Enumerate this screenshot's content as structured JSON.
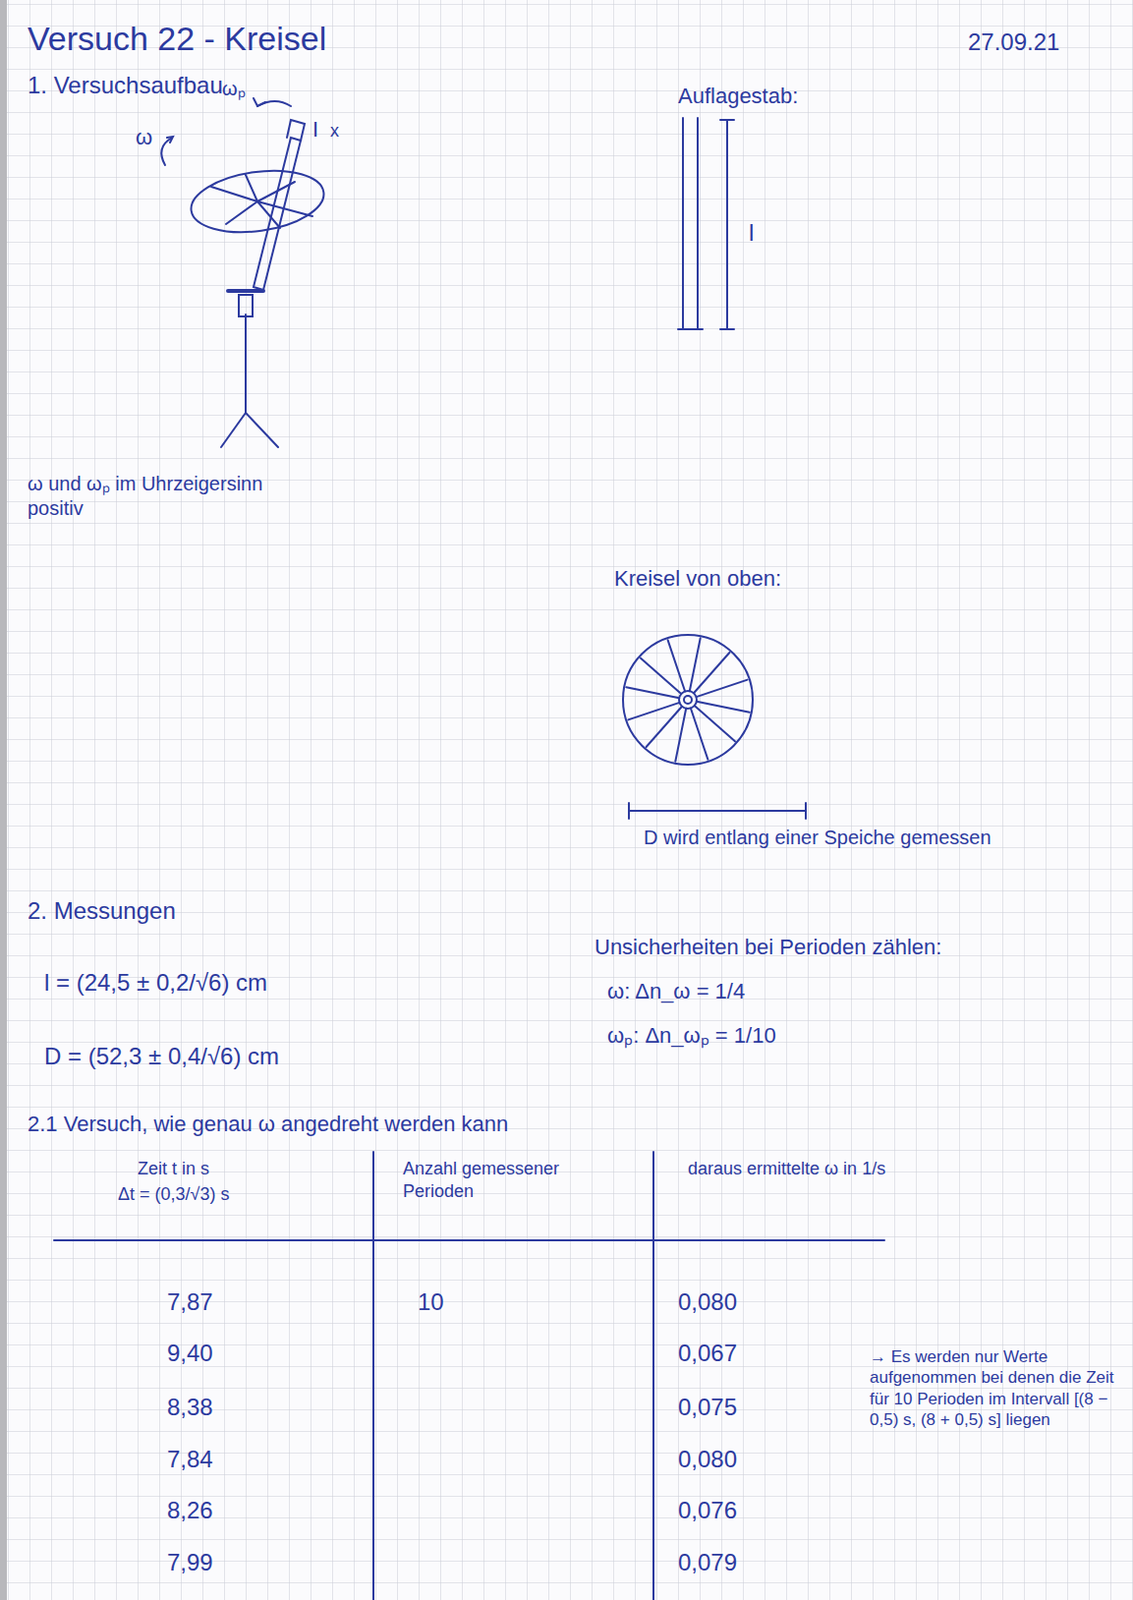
{
  "diagram": {
    "title": "Versuch 22 - Kreisel",
    "labels": [
      "27.09.21",
      "1. Versuchsaufbau",
      "ω",
      "ωₚ",
      "I",
      "x",
      "Auflagestab:",
      "l",
      "ω und ωₚ im Uhrzeigersinn positiv",
      "Kreisel von oben:",
      "D wird entlang einer Speiche gemessen",
      "2. Messungen",
      "l = (24,5 ± 0,2/√6) cm",
      "D = (52,3 ± 0,4/√6) cm",
      "Unsicherheiten bei Perioden zählen:",
      "ω: Δn_ω = 1/4",
      "ωₚ: Δn_ωₚ = 1/10",
      "2.1 Versuch, wie genau ω angedreht werden kann",
      "Zeit t in s",
      "Δt = (0,3/√3) s",
      "Anzahl gemessener Perioden",
      "daraus ermittelte ω in 1/s",
      "7,87",
      "10",
      "0,080",
      "9,40",
      "0,067",
      "8,38",
      "0,075",
      "7,84",
      "0,080",
      "8,26",
      "0,076",
      "7,99",
      "0,079",
      "→ Es werden nur Werte aufgenommen bei denen die Zeit für 10 Perioden im Intervall [(8 − 0,5) s, (8 + 0,5) s] liegen"
    ]
  }
}
